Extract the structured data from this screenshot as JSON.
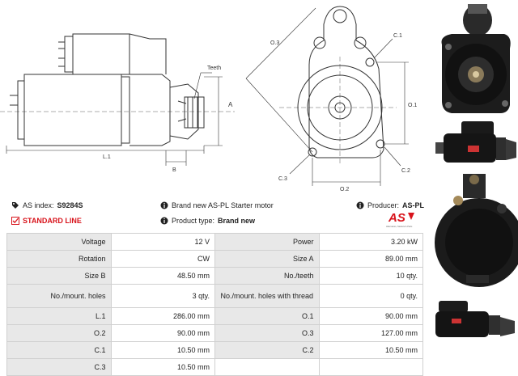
{
  "drawing_labels": {
    "teeth": "Teeth",
    "size_a": "A",
    "size_b": "B",
    "length": "L.1",
    "o1": "O.1",
    "o2": "O.2",
    "o3": "O.3",
    "c1": "C.1",
    "c2": "C.2",
    "c3": "C.3"
  },
  "info": {
    "as_index_label": "AS index:",
    "as_index_value": "S9284S",
    "description": "Brand new AS-PL Starter motor",
    "producer_label": "Producer:",
    "producer_value": "AS-PL",
    "standard_line": "STANDARD LINE",
    "product_type_label": "Product type:",
    "product_type_value": "Brand new",
    "logo_text": "AS",
    "logo_tagline": "Alternators, Starters & Parts"
  },
  "specs": [
    {
      "l1": "Voltage",
      "v1": "12 V",
      "l2": "Power",
      "v2": "3.20 kW"
    },
    {
      "l1": "Rotation",
      "v1": "CW",
      "l2": "Size A",
      "v2": "89.00 mm"
    },
    {
      "l1": "Size B",
      "v1": "48.50 mm",
      "l2": "No./teeth",
      "v2": "10 qty."
    },
    {
      "l1": "No./mount. holes",
      "v1": "3 qty.",
      "l2": "No./mount. holes with thread",
      "v2": "0 qty."
    },
    {
      "l1": "L.1",
      "v1": "286.00 mm",
      "l2": "O.1",
      "v2": "90.00 mm"
    },
    {
      "l1": "O.2",
      "v1": "90.00 mm",
      "l2": "O.3",
      "v2": "127.00 mm"
    },
    {
      "l1": "C.1",
      "v1": "10.50 mm",
      "l2": "C.2",
      "v2": "10.50 mm"
    },
    {
      "l1": "C.3",
      "v1": "10.50 mm",
      "l2": "",
      "v2": ""
    }
  ],
  "colors": {
    "accent_red": "#d8131b",
    "label_bg": "#e8e8e8",
    "border": "#d0d0d0"
  }
}
